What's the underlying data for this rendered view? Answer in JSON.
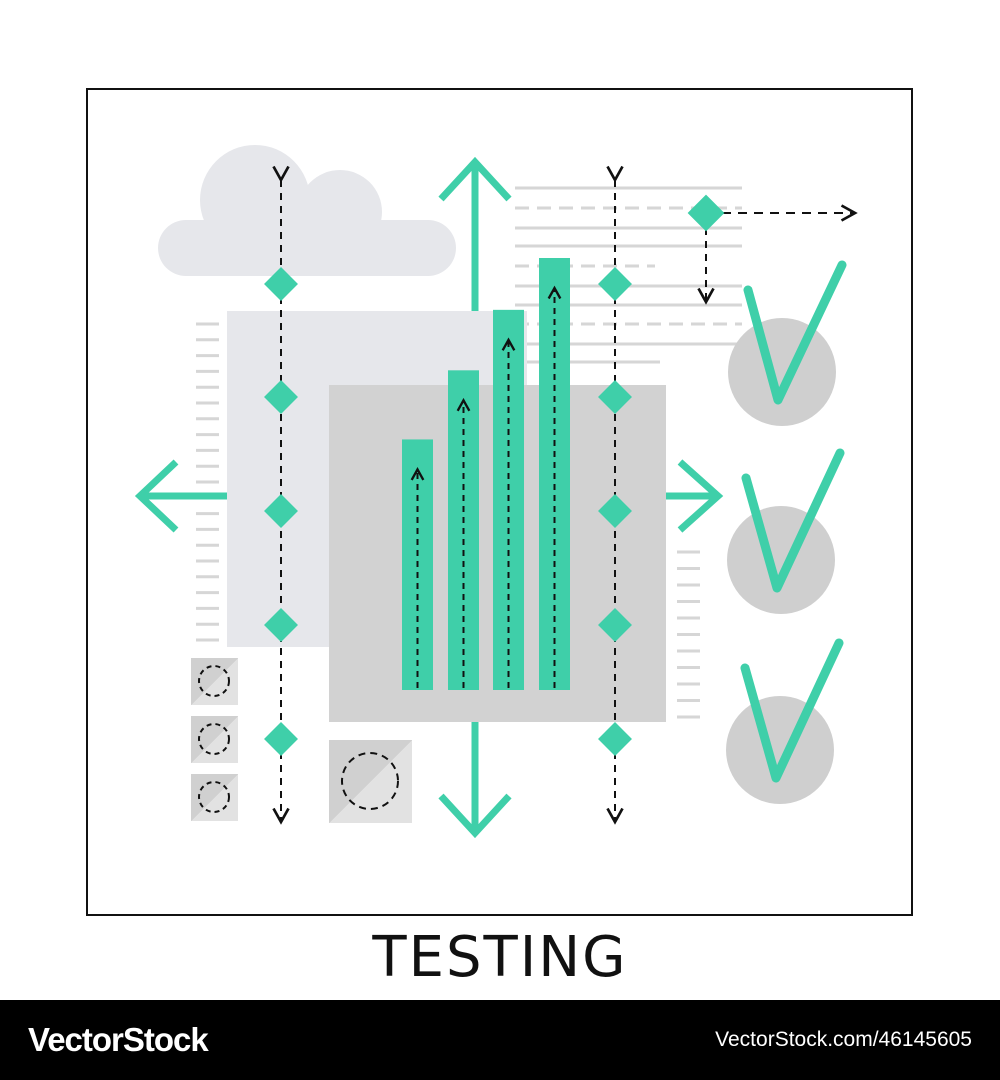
{
  "caption": "TESTING",
  "footer": {
    "brand": "VectorStock",
    "url": "VectorStock.com/46145605"
  },
  "colors": {
    "accent": "#3fcfa9",
    "light_gray": "#e6e7eb",
    "mid_gray": "#d2d2d2",
    "circle_gray": "#cfcfcf",
    "line_gray": "#d6d6d6",
    "frame": "#111111"
  },
  "icons": {
    "cloud": "cloud-icon",
    "checkmarks": [
      "checkmark-icon",
      "checkmark-icon",
      "checkmark-icon"
    ],
    "arrows": [
      "arrow-up-icon",
      "arrow-down-icon",
      "arrow-left-icon",
      "arrow-right-icon"
    ]
  },
  "bar_chart": {
    "bars": 4,
    "relative_heights": [
      0.58,
      0.74,
      0.88,
      1.0
    ]
  }
}
